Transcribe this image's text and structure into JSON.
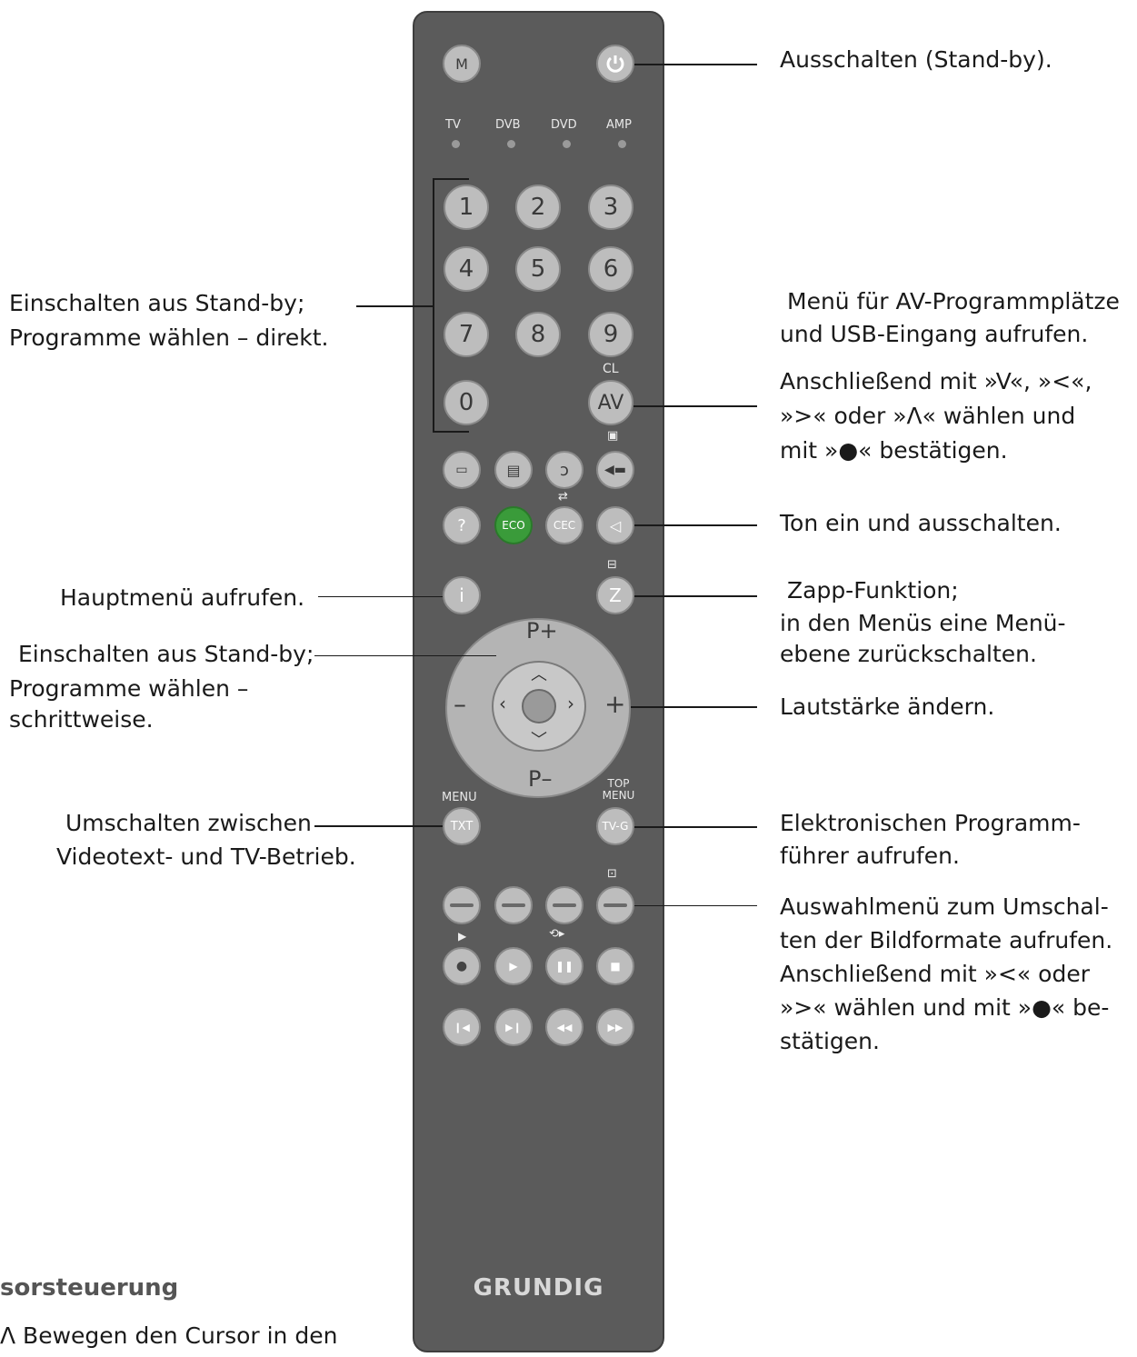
{
  "remote": {
    "brand": "GRUNDIG",
    "top_buttons": {
      "m": "M"
    },
    "source_labels": [
      "TV",
      "DVB",
      "DVD",
      "AMP"
    ],
    "digits": [
      "1",
      "2",
      "3",
      "4",
      "5",
      "6",
      "7",
      "8",
      "9",
      "0"
    ],
    "av_label": "AV",
    "cl_label": "CL",
    "help_label": "?",
    "eco_label": "ECO",
    "cec_label": "CEC",
    "info_label": "i",
    "zapp_label": "Z",
    "p_plus": "P+",
    "p_minus": "P–",
    "vol_minus": "–",
    "vol_plus": "+",
    "menu_label": "MENU",
    "txt_label": "TXT",
    "top_menu_label": "TOP\nMENU",
    "tvg_label": "TV-G",
    "eco_color": "#3a9b3a"
  },
  "annotations": {
    "standby": "Ausschalten (Stand-by).",
    "digits_left_1": "Einschalten aus Stand-by;",
    "digits_left_2": "Programme wählen – direkt.",
    "av_menu_1": "Menü für AV-Programmplätze",
    "av_menu_2": "und USB-Eingang aufrufen.",
    "av_sel_1": "Anschließend mit »V«, »<«,",
    "av_sel_2": "»>« oder »Λ« wählen und",
    "av_sel_3": "mit »●« bestätigen.",
    "mute": "Ton ein und ausschalten.",
    "main_menu": "Hauptmenü aufrufen.",
    "zapp_1": "Zapp-Funktion;",
    "zapp_2": "in den Menüs eine Menü-",
    "zapp_3": "ebene zurückschalten.",
    "step_1": "Einschalten aus Stand-by;",
    "step_2": "Programme wählen –",
    "step_3": "schrittweise.",
    "volume": "Lautstärke ändern.",
    "txt_1": "Umschalten zwischen",
    "txt_2": "Videotext- und TV-Betrieb.",
    "epg_1": "Elektronischen Programm-",
    "epg_2": "führer aufrufen.",
    "format_1": "Auswahlmenü zum Umschal-",
    "format_2": "ten der Bildformate aufrufen.",
    "format_3": "Anschließend mit »<« oder",
    "format_4": "»>« wählen und mit »●« be-",
    "format_5": "stätigen.",
    "bottom_heading": "sorsteuerung",
    "bottom_text": "Λ  Bewegen den Cursor in den"
  }
}
